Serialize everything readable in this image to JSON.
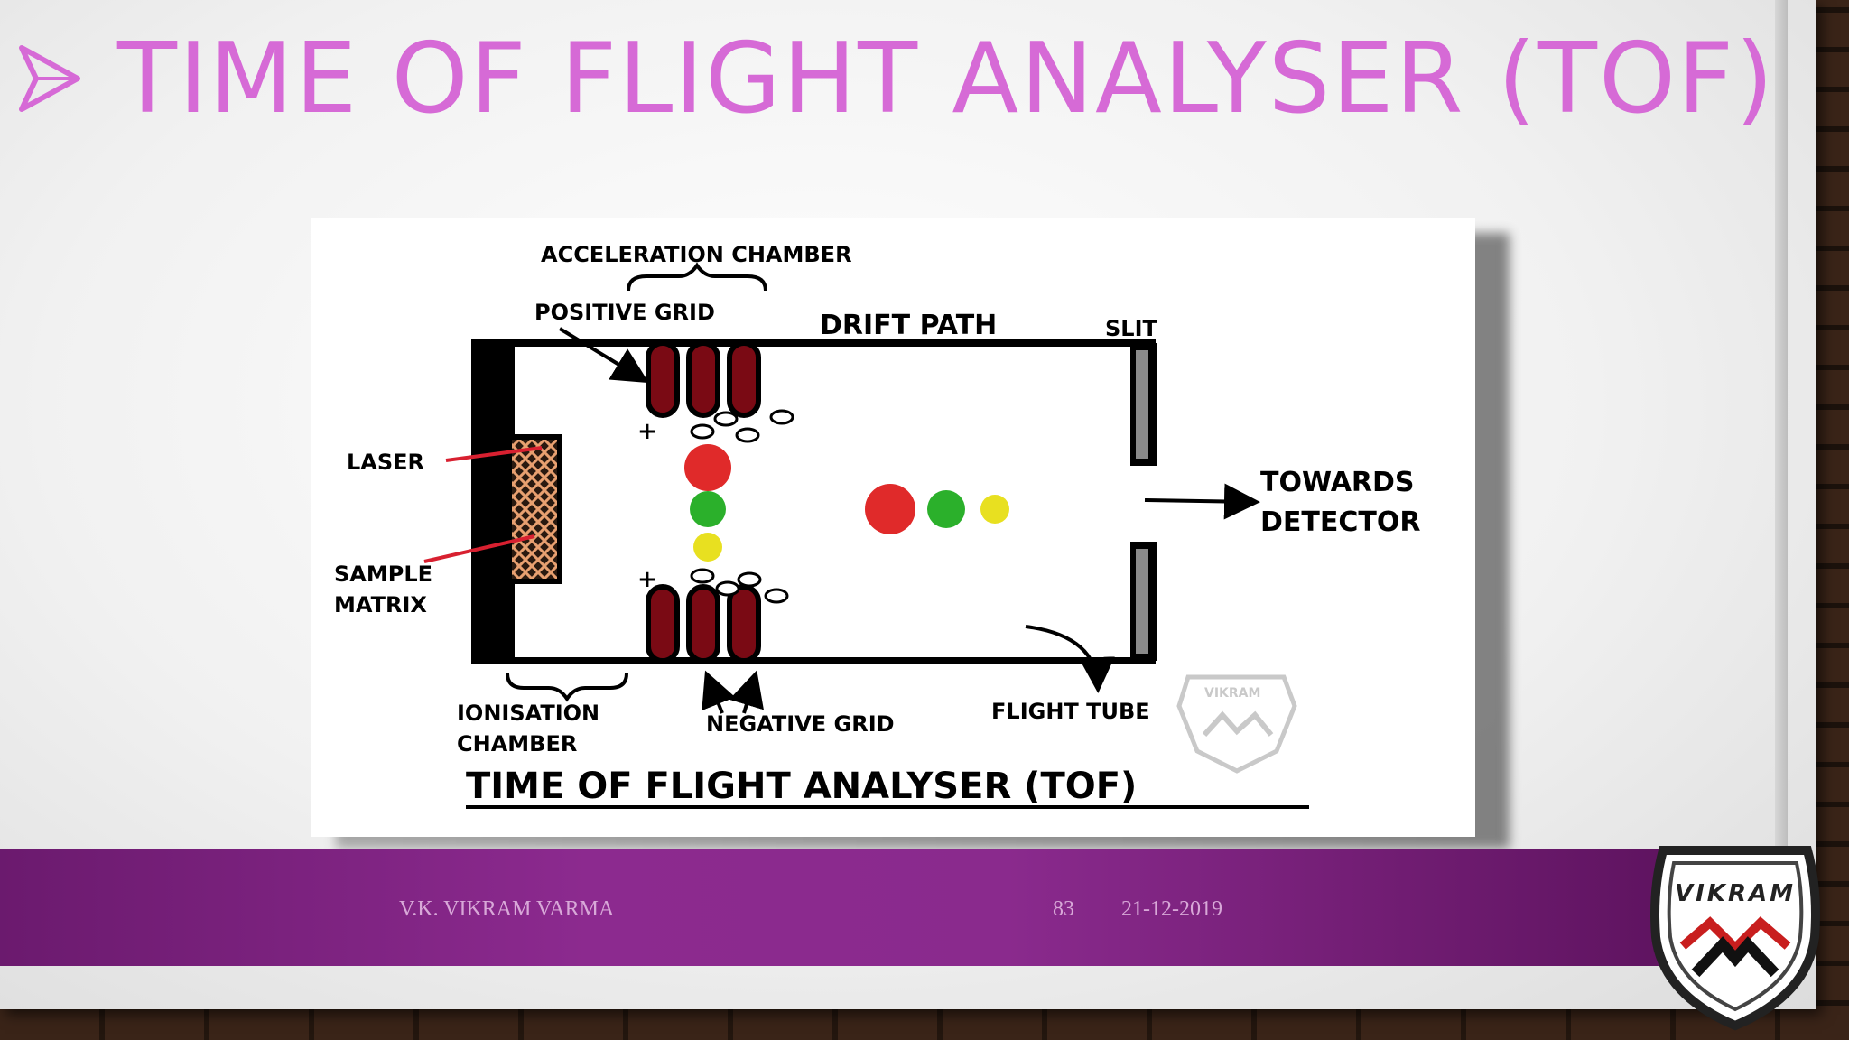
{
  "slide": {
    "title": "TIME OF FLIGHT ANALYSER (TOF)"
  },
  "figure": {
    "labels": {
      "acceleration_chamber": "ACCELERATION CHAMBER",
      "positive_grid": "POSITIVE GRID",
      "drift_path": "DRIFT PATH",
      "slit": "SLIT",
      "laser": "LASER",
      "sample_matrix_1": "SAMPLE",
      "sample_matrix_2": "MATRIX",
      "towards_detector_1": "TOWARDS",
      "towards_detector_2": "DETECTOR",
      "ionisation_chamber_1": "IONISATION",
      "ionisation_chamber_2": "CHAMBER",
      "negative_grid": "NEGATIVE GRID",
      "flight_tube": "FLIGHT TUBE",
      "plus_sign": "+",
      "caption": "TIME OF FLIGHT ANALYSER (TOF)",
      "watermark": "VIKRAM"
    },
    "ion_colors": {
      "heavy": "#e02a2a",
      "medium": "#2bb02b",
      "light": "#e8e020"
    },
    "grid_color": "#7a0a14"
  },
  "footer": {
    "author": "V.K. VIKRAM VARMA",
    "page_number": "83",
    "date": "21-12-2019"
  },
  "logo": {
    "text": "VIKRAM"
  },
  "colors": {
    "title": "#d66ad6",
    "footer_band": "#8c2a8f",
    "footer_text": "#d8a8d8"
  }
}
